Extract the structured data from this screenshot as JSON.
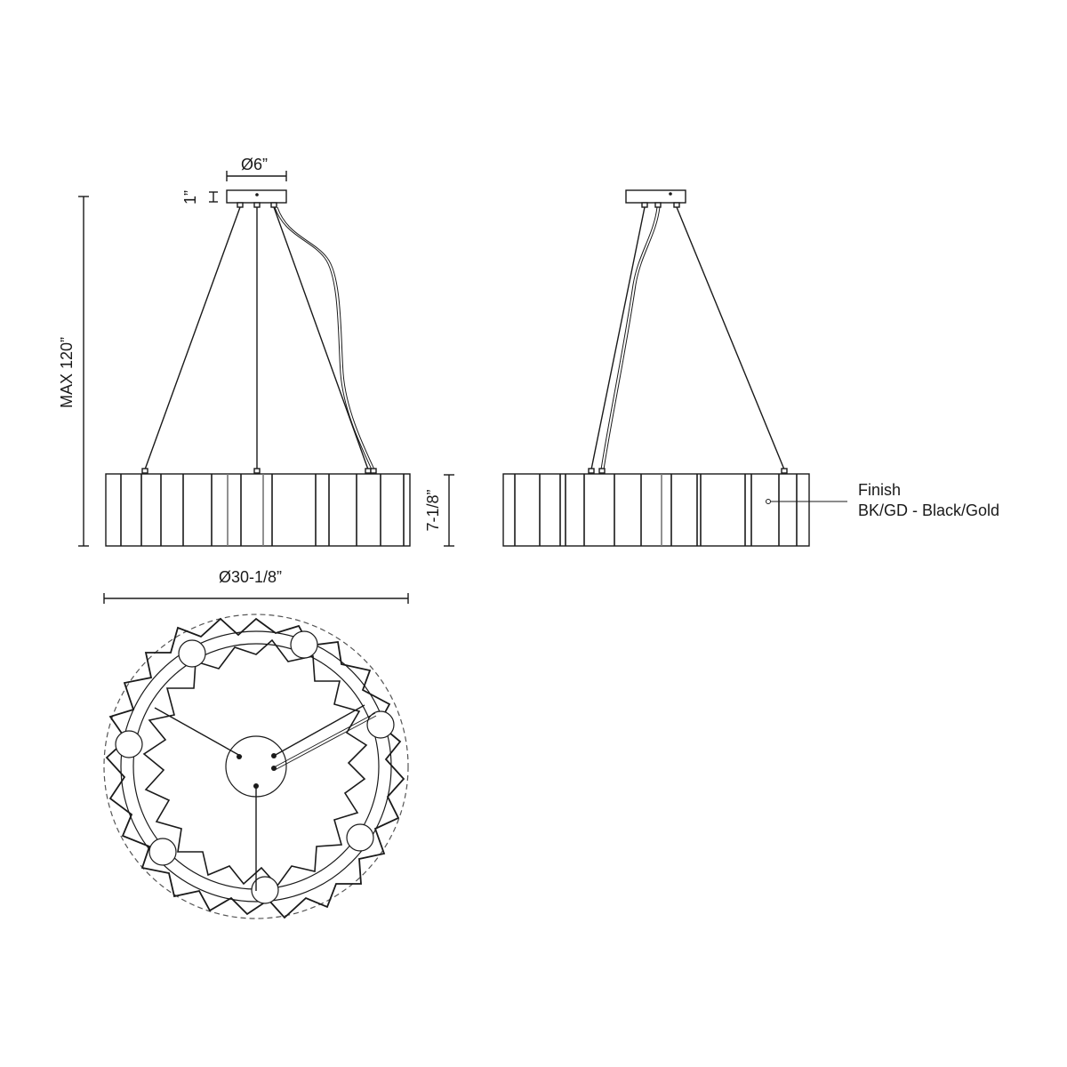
{
  "drawing": {
    "type": "lighting fixture dimension drawing",
    "views": [
      "front elevation",
      "side elevation",
      "top/bottom plan"
    ]
  },
  "dimensions": {
    "canopy_diameter": "Ø6”",
    "canopy_height": "1”",
    "max_overall_height": "MAX 120”",
    "shade_height": "7-1/8”",
    "shade_diameter": "Ø30-1/8”"
  },
  "finish": {
    "title": "Finish",
    "option": "BK/GD - Black/Gold"
  },
  "colors": {
    "line": "#1a1a1a",
    "background": "#ffffff",
    "dashed_outline": "#555555"
  }
}
